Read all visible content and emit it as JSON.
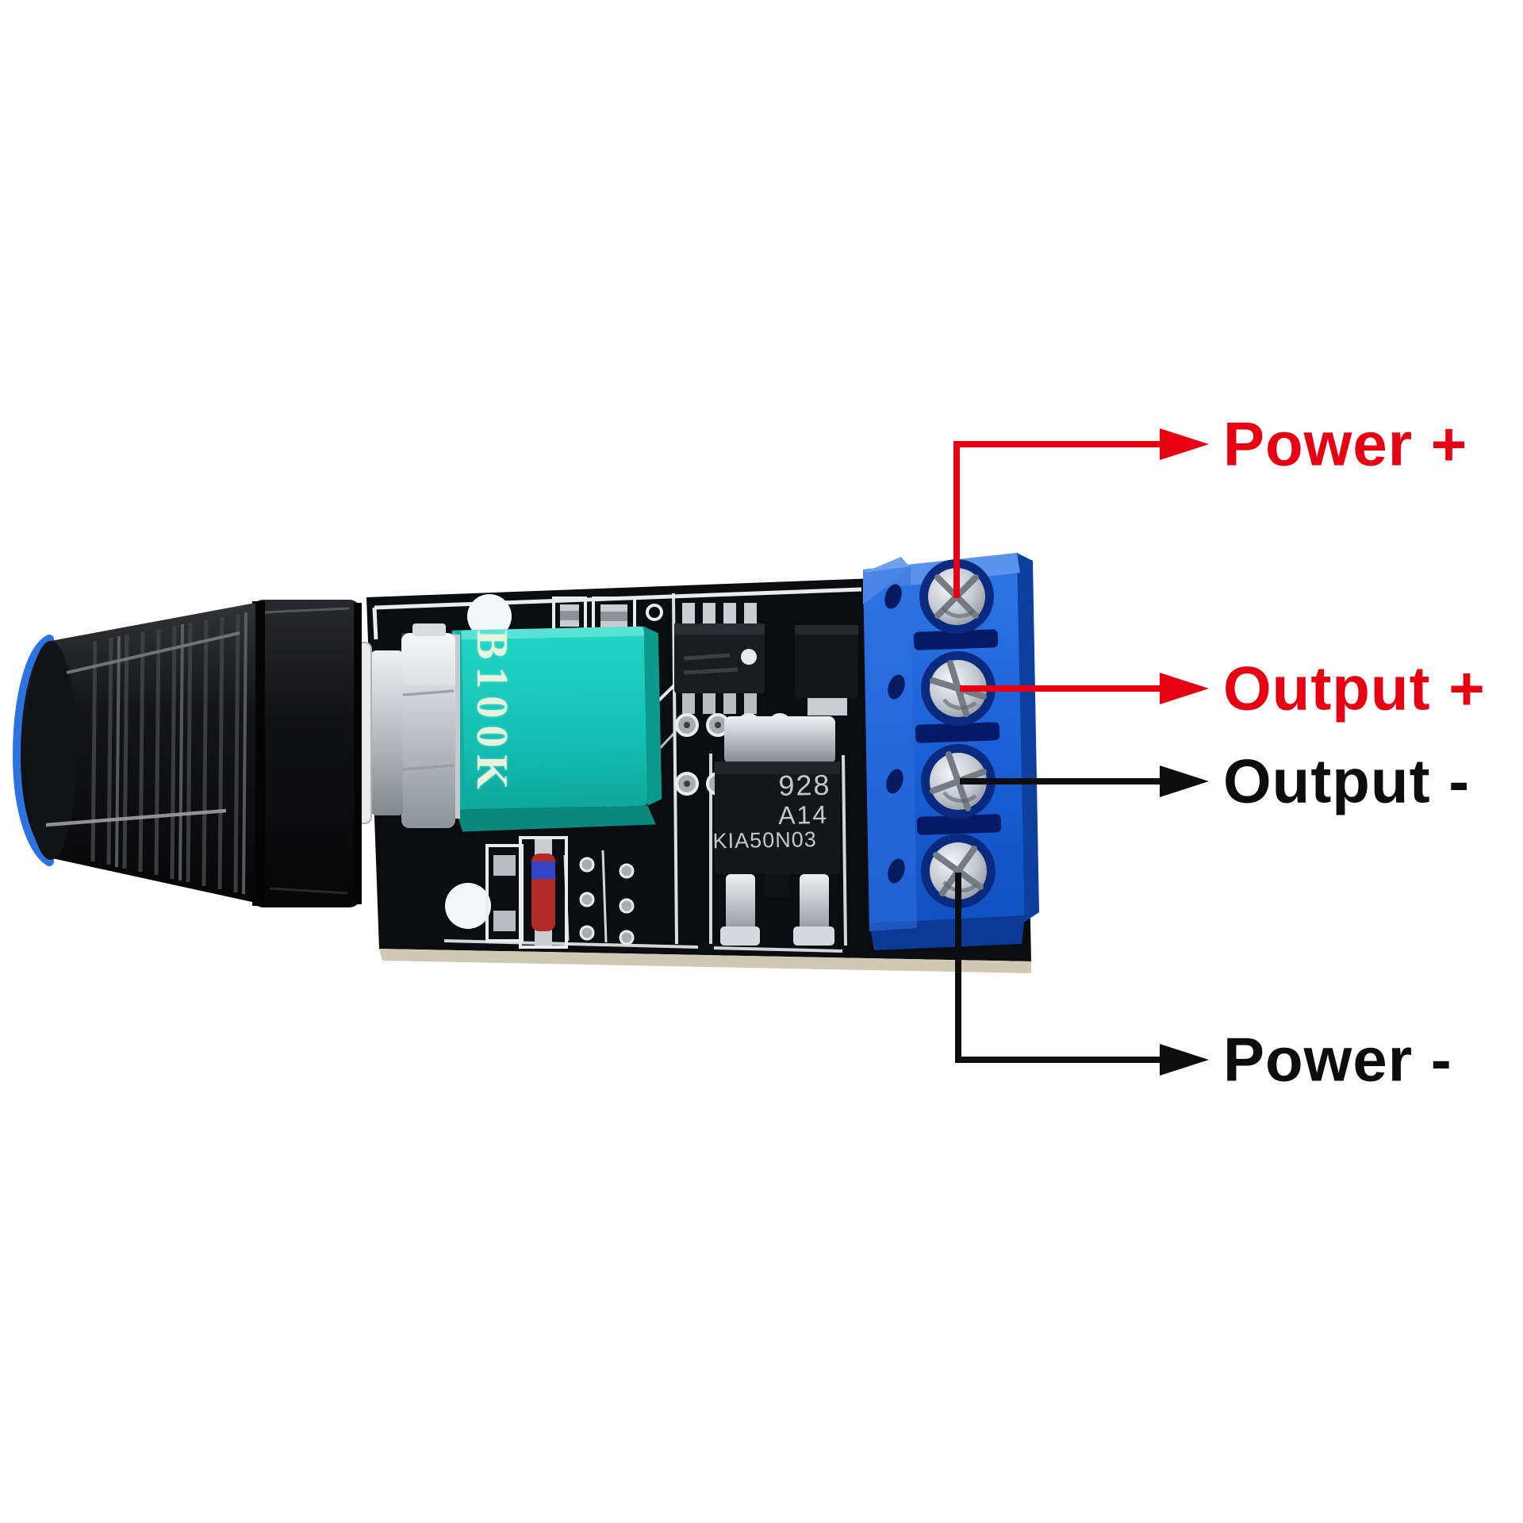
{
  "scene": {
    "description": "Annotated product photo of a mini PWM DC motor speed controller board with potentiometer knob and 4-pin screw terminal, with wiring labels",
    "background_color": "#ffffff"
  },
  "annotations": {
    "items": [
      {
        "id": "power-plus",
        "label": "Power +",
        "color": "#e60012",
        "line_style": "elbow-up"
      },
      {
        "id": "output-plus",
        "label": "Output +",
        "color": "#e60012",
        "line_style": "straight"
      },
      {
        "id": "output-minus",
        "label": "Output -",
        "color": "#0d0d0d",
        "line_style": "straight"
      },
      {
        "id": "power-minus",
        "label": "Power -",
        "color": "#0d0d0d",
        "line_style": "elbow-down"
      }
    ]
  },
  "board": {
    "potentiometer_marking": "B100K",
    "mosfet_marking": {
      "line1": "928",
      "line2": "A14",
      "line3": "KIA50N03"
    },
    "terminal_positions": 4
  },
  "colors": {
    "annotation_red": "#e60012",
    "annotation_black": "#0d0d0d",
    "pcb_black": "#0a0c0f",
    "terminal_blue": "#1a5fd6",
    "potentiometer_teal": "#14c1b4",
    "knob_black": "#121214",
    "knob_ring_blue": "#2b74df",
    "silver": "#c8ccd2",
    "board_edge_tan": "#cfc9b4"
  }
}
